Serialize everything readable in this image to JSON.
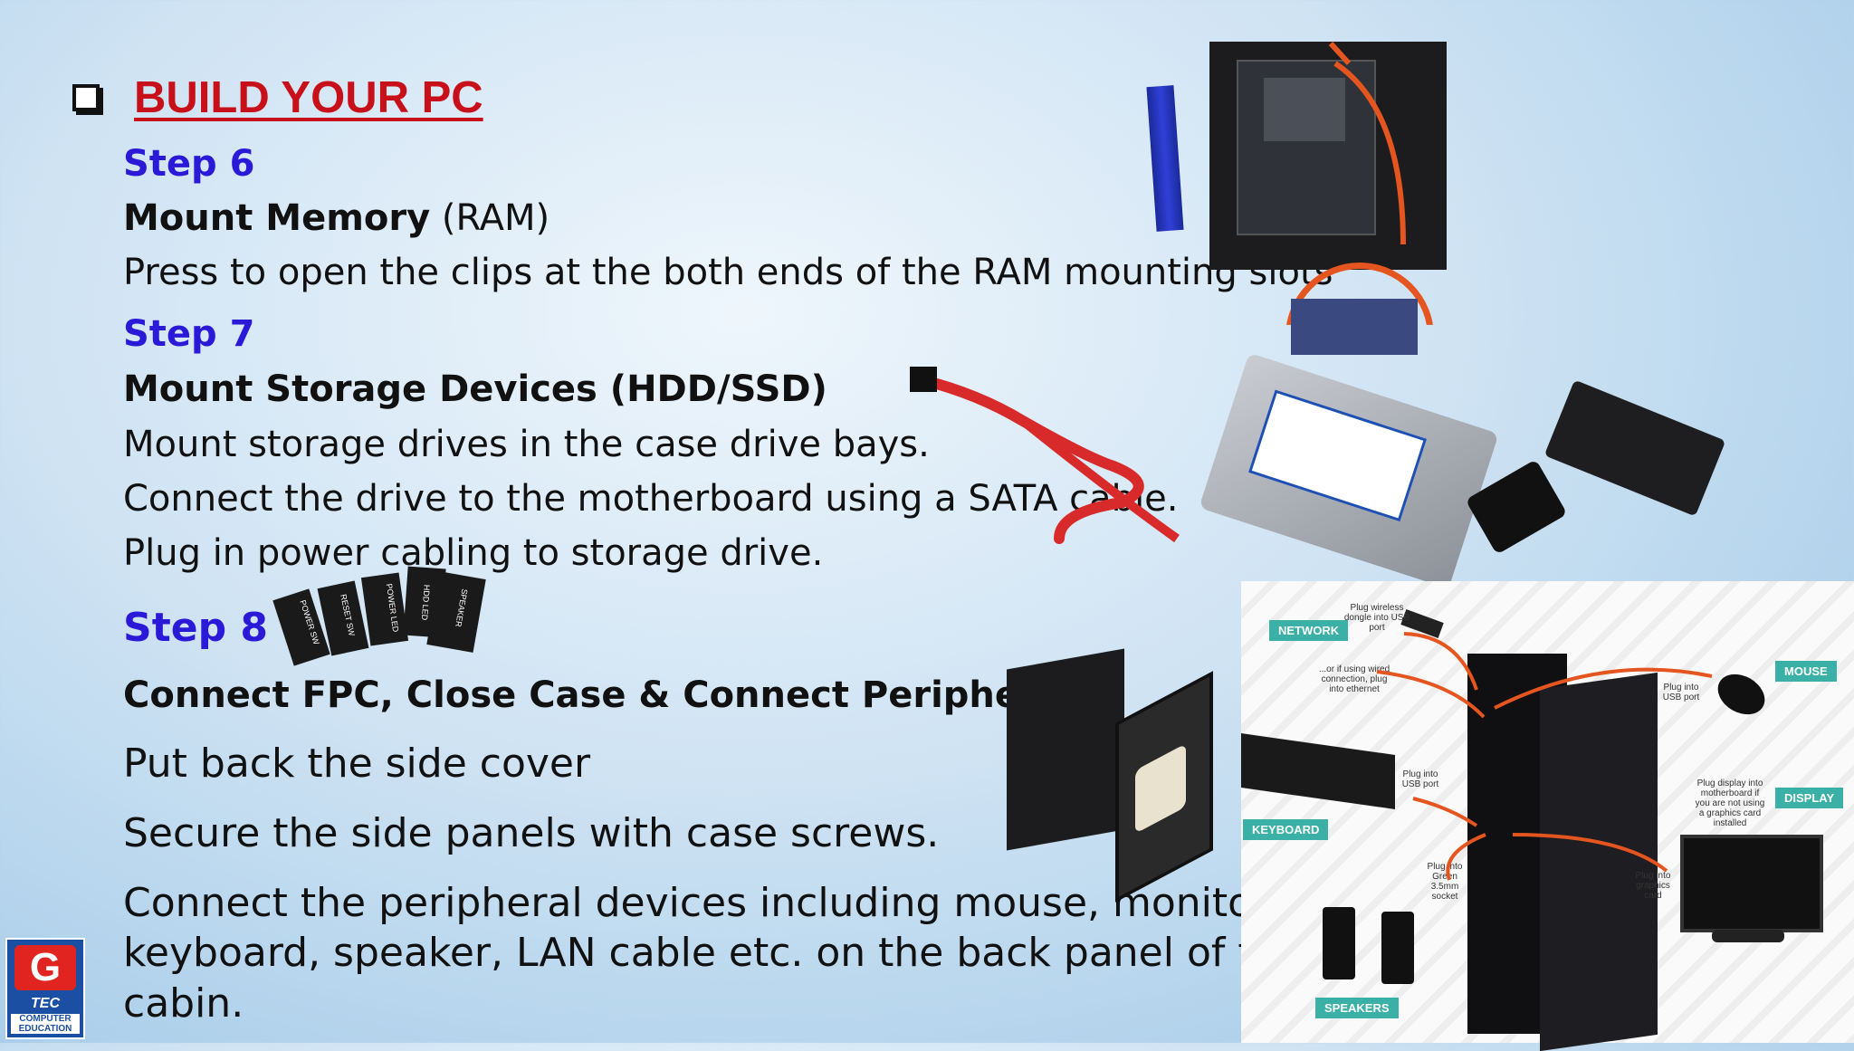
{
  "slide": {
    "title": "BUILD YOUR PC",
    "step6": {
      "label": "Step 6",
      "heading_bold": "Mount Memory",
      "heading_rest": " (RAM)",
      "text": "Press to open the clips at the both ends of the RAM mounting slots"
    },
    "step7": {
      "label": "Step 7",
      "heading": "Mount Storage Devices (HDD/SSD)",
      "lines": [
        "Mount storage drives in the case drive bays.",
        "Connect the drive to the motherboard using a SATA cable.",
        "Plug in power cabling to storage drive."
      ]
    },
    "step8": {
      "label": "Step 8",
      "heading": "Connect FPC, Close Case & Connect Peripherals",
      "lines": [
        "Put back the side cover",
        "Secure the side panels with case screws.",
        "Connect the peripheral devices including mouse, monitor,",
        "keyboard, speaker, LAN cable etc. on the back panel of the",
        "cabin."
      ]
    }
  },
  "fpc_connectors": [
    "POWER SW",
    "RESET SW",
    "POWER LED",
    "HDD LED",
    "SPEAKER"
  ],
  "diagram": {
    "tags": [
      "NETWORK",
      "MOUSE",
      "DISPLAY",
      "KEYBOARD",
      "SPEAKERS"
    ],
    "notes": [
      "Plug wireless dongle into USB port",
      "...or if using wired connection, plug into ethernet",
      "Plug into USB port",
      "Plug into USB port",
      "Plug display into motherboard if you are not using a graphics card installed",
      "Plug into Green 3.5mm socket",
      "Plug into graphics card"
    ]
  },
  "logo": {
    "letter": "G",
    "line1": "TEC",
    "line2": "COMPUTER EDUCATION"
  },
  "colors": {
    "title": "#c8101a",
    "step": "#2a1ad8",
    "arrow": "#e4551f",
    "tag": "#3bb0a6"
  }
}
